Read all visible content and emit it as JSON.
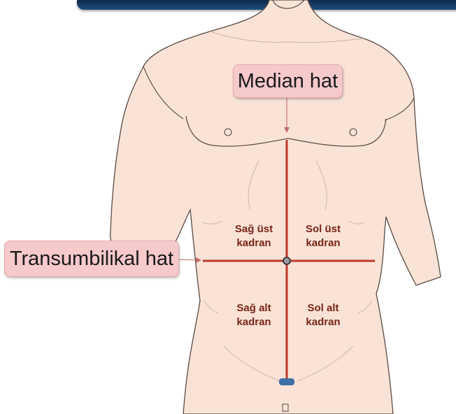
{
  "labels": {
    "median_line": "Median hat",
    "transumbilical_line": "Transumbilikal hat"
  },
  "quadrants": {
    "right_upper": {
      "line1": "Sağ üst",
      "line2": "kadran"
    },
    "left_upper": {
      "line1": "Sol üst",
      "line2": "kadran"
    },
    "right_lower": {
      "line1": "Sağ alt",
      "line2": "kadran"
    },
    "left_lower": {
      "line1": "Sol alt",
      "line2": "kadran"
    }
  },
  "colors": {
    "skin": "#f9e3d6",
    "outline": "#5a4a44",
    "axis_line": "#c0392b",
    "label_fill": "#f6c9cb",
    "quadrant_text": "#7a2418",
    "header_bar": "#1f4f7c",
    "navel_marker": "#3f6fa6"
  }
}
